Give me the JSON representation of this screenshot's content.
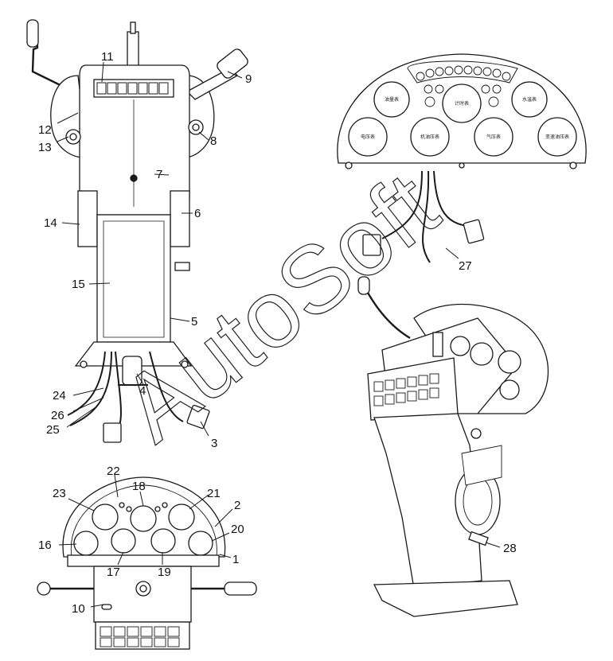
{
  "watermark": "AutoSoft",
  "callouts": [
    {
      "id": "1",
      "text": "1"
    },
    {
      "id": "2",
      "text": "2"
    },
    {
      "id": "3",
      "text": "3"
    },
    {
      "id": "4",
      "text": "4"
    },
    {
      "id": "5",
      "text": "5"
    },
    {
      "id": "6",
      "text": "6"
    },
    {
      "id": "7",
      "text": "7"
    },
    {
      "id": "8",
      "text": "8"
    },
    {
      "id": "9",
      "text": "9"
    },
    {
      "id": "10",
      "text": "10"
    },
    {
      "id": "11",
      "text": "11"
    },
    {
      "id": "12",
      "text": "12"
    },
    {
      "id": "13",
      "text": "13"
    },
    {
      "id": "14",
      "text": "14"
    },
    {
      "id": "15",
      "text": "15"
    },
    {
      "id": "16",
      "text": "16"
    },
    {
      "id": "17",
      "text": "17"
    },
    {
      "id": "18",
      "text": "18"
    },
    {
      "id": "19",
      "text": "19"
    },
    {
      "id": "20",
      "text": "20"
    },
    {
      "id": "21",
      "text": "21"
    },
    {
      "id": "22",
      "text": "22"
    },
    {
      "id": "23",
      "text": "23"
    },
    {
      "id": "24",
      "text": "24"
    },
    {
      "id": "25",
      "text": "25"
    },
    {
      "id": "26",
      "text": "26"
    },
    {
      "id": "27",
      "text": "27"
    },
    {
      "id": "28",
      "text": "28"
    }
  ],
  "gauge_labels": {
    "fuel": "油量表",
    "speed": "计时表",
    "water": "水温表",
    "volt": "电压表",
    "oil": "机油压表",
    "air": "气压表",
    "trans": "变速油压表"
  },
  "colors": {
    "line": "#1a1a1a",
    "shade": "#d9d9d9",
    "paper": "#ffffff"
  }
}
